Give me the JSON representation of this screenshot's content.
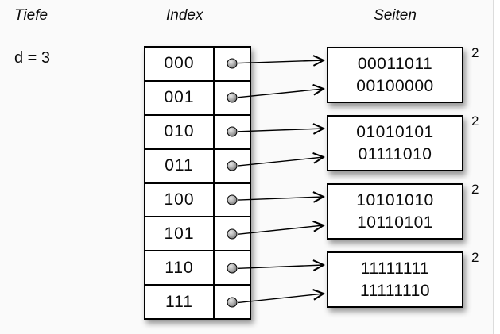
{
  "labels": {
    "depth_title": "Tiefe",
    "depth_value": "d = 3",
    "index_title": "Index",
    "pages_title": "Seiten"
  },
  "index_table": {
    "entries": [
      "000",
      "001",
      "010",
      "011",
      "100",
      "101",
      "110",
      "111"
    ]
  },
  "pages": [
    {
      "lines": [
        "00011011",
        "00100000"
      ],
      "local_depth": "2"
    },
    {
      "lines": [
        "01010101",
        "01111010"
      ],
      "local_depth": "2"
    },
    {
      "lines": [
        "10101010",
        "10110101"
      ],
      "local_depth": "2"
    },
    {
      "lines": [
        "11111111",
        "11111110"
      ],
      "local_depth": "2"
    }
  ],
  "arrows": [
    {
      "from_row": 0,
      "to_page": 0
    },
    {
      "from_row": 1,
      "to_page": 0
    },
    {
      "from_row": 2,
      "to_page": 1
    },
    {
      "from_row": 3,
      "to_page": 1
    },
    {
      "from_row": 4,
      "to_page": 2
    },
    {
      "from_row": 5,
      "to_page": 2
    },
    {
      "from_row": 6,
      "to_page": 3
    },
    {
      "from_row": 7,
      "to_page": 3
    }
  ],
  "colors": {
    "stroke": "#000000",
    "page_fill": "#ffffff",
    "background": "#fafafa"
  }
}
